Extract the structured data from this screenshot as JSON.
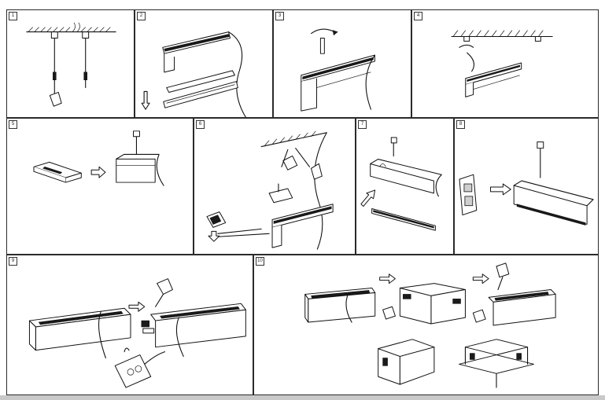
{
  "header": {
    "caption": ""
  },
  "steps": [
    {
      "number": "1"
    },
    {
      "number": "2"
    },
    {
      "number": "3"
    },
    {
      "number": "4"
    },
    {
      "number": "5"
    },
    {
      "number": "6"
    },
    {
      "number": "7"
    },
    {
      "number": "8"
    },
    {
      "number": "9"
    },
    {
      "number": "10"
    }
  ],
  "colors": {
    "line": "#111111",
    "border": "#2a2a2a",
    "footer": "#c9c9c9"
  }
}
